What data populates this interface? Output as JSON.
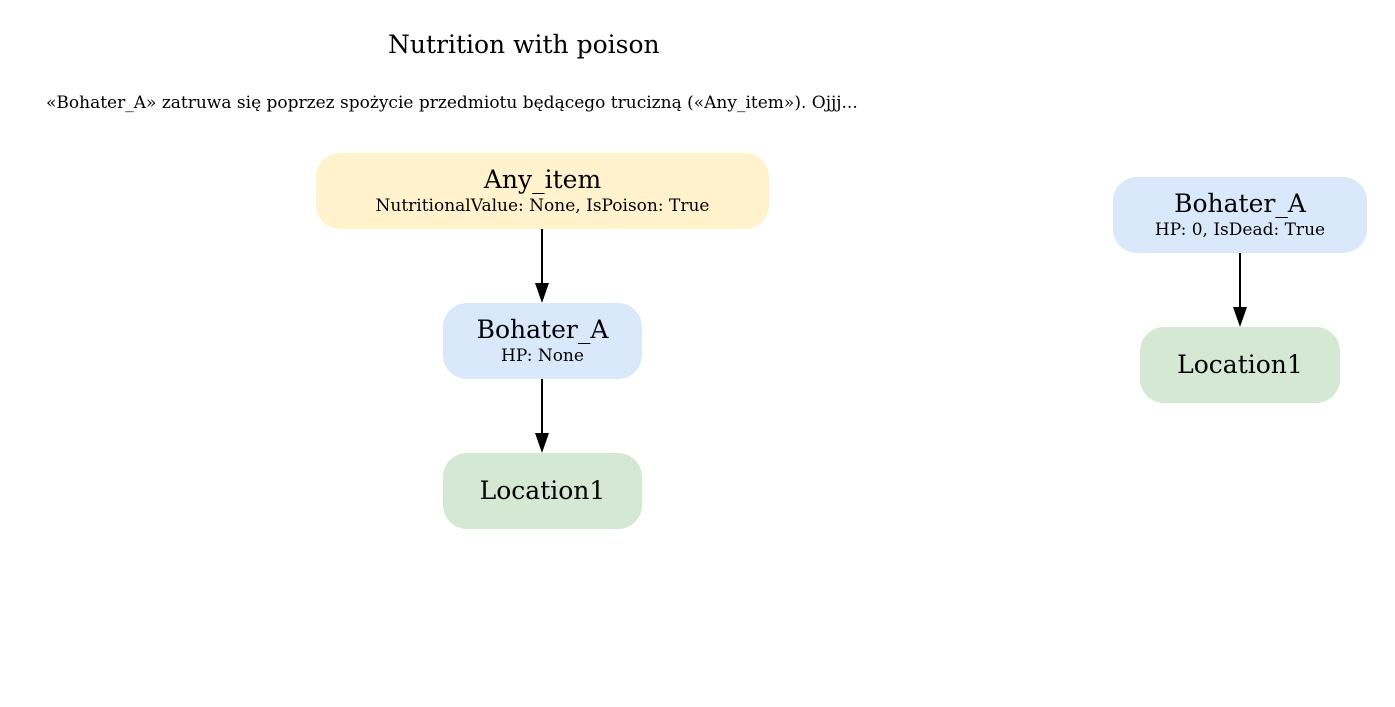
{
  "diagram": {
    "title": "Nutrition with poison",
    "subtitle": "«Bohater_A» zatruwa się poprzez spożycie przedmiotu będącego trucizną («Any_item»). Ojjj...",
    "colors": {
      "item_fill": "#fff2cc",
      "hero_fill": "#dae8fc",
      "location_fill": "#d5e8d4",
      "edge": "#000000"
    },
    "left_graph": {
      "item": {
        "name": "Any_item",
        "attrs": "NutritionalValue: None, IsPoison: True"
      },
      "hero": {
        "name": "Bohater_A",
        "attrs": "HP: None"
      },
      "location": {
        "name": "Location1"
      }
    },
    "right_graph": {
      "hero": {
        "name": "Bohater_A",
        "attrs": "HP: 0, IsDead: True"
      },
      "location": {
        "name": "Location1"
      }
    },
    "edges": [
      {
        "from": "left-item",
        "to": "left-hero"
      },
      {
        "from": "left-hero",
        "to": "left-location"
      },
      {
        "from": "right-hero",
        "to": "right-location"
      }
    ]
  }
}
